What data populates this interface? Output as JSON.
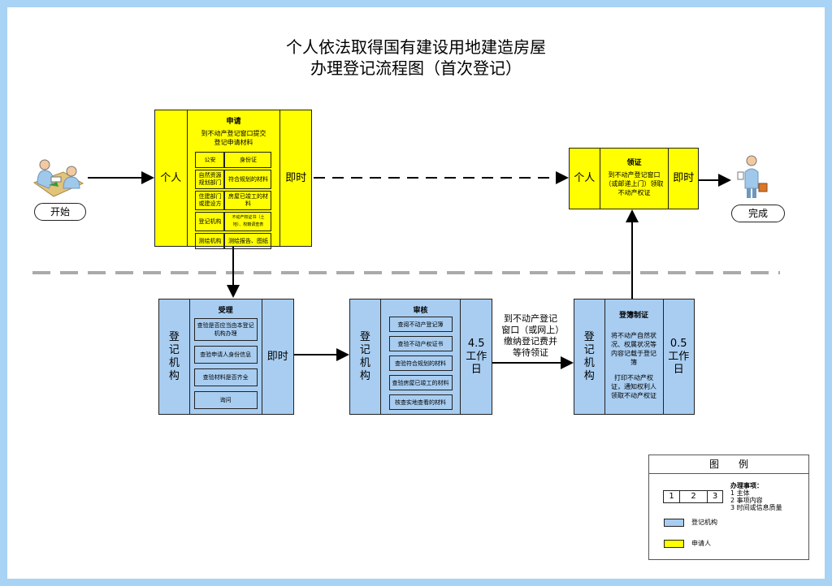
{
  "title": {
    "line1": "个人依法取得国有建设用地建造房屋",
    "line2": "办理登记流程图（首次登记）"
  },
  "start_label": "开始",
  "end_label": "完成",
  "apply": {
    "subject": "个人",
    "heading": "申请",
    "desc": "到不动产登记窗口提交登记申请材料",
    "time": "即时",
    "rows": [
      [
        "公安",
        "身份证"
      ],
      [
        "自然资源规划部门",
        "符合规划的材料"
      ],
      [
        "住建部门或建设方",
        "房屋已竣工的材料"
      ],
      [
        "登记机构",
        "不动产权证书（土地）、权籍调查表"
      ],
      [
        "测绘机构",
        "测绘报告、图纸"
      ]
    ]
  },
  "collect": {
    "subject": "个人",
    "heading": "领证",
    "desc": "到不动产登记窗口（或邮递上门）领取不动产权证",
    "time": "即时"
  },
  "accept": {
    "subject": "登记机构",
    "heading": "受理",
    "time": "即时",
    "items": [
      "查验是否应当由本登记机构办理",
      "查验申请人身份信息",
      "查验材料是否齐全",
      "询问"
    ]
  },
  "review": {
    "subject": "登记机构",
    "heading": "审核",
    "time": "4.5工作日",
    "items": [
      "查阅不动产登记簿",
      "查验不动产权证书",
      "查验符合规划的材料",
      "查验房屋已竣工的材料",
      "核查实地查看的材料"
    ]
  },
  "fee_note": "到不动产登记窗口（或网上）缴纳登记费并等待领证",
  "record": {
    "subject": "登记机构",
    "heading": "登簿制证",
    "time": "0.5工作日",
    "text1": "将不动产自然状况、权属状况等内容记载于登记簿",
    "text2": "打印不动产权证，通知权利人领取不动产权证"
  },
  "legend": {
    "title": "图　　例",
    "cells": [
      "1",
      "2",
      "3"
    ],
    "notes_title": "办理事项：",
    "notes": [
      "1 主体",
      "2 事项内容",
      "3 时间或信息质量"
    ],
    "blue_label": "登记机构",
    "yellow_label": "申请人"
  },
  "colors": {
    "applicant": "#ffff00",
    "registry": "#a8cdf1",
    "frame": "#a9d3f4"
  }
}
